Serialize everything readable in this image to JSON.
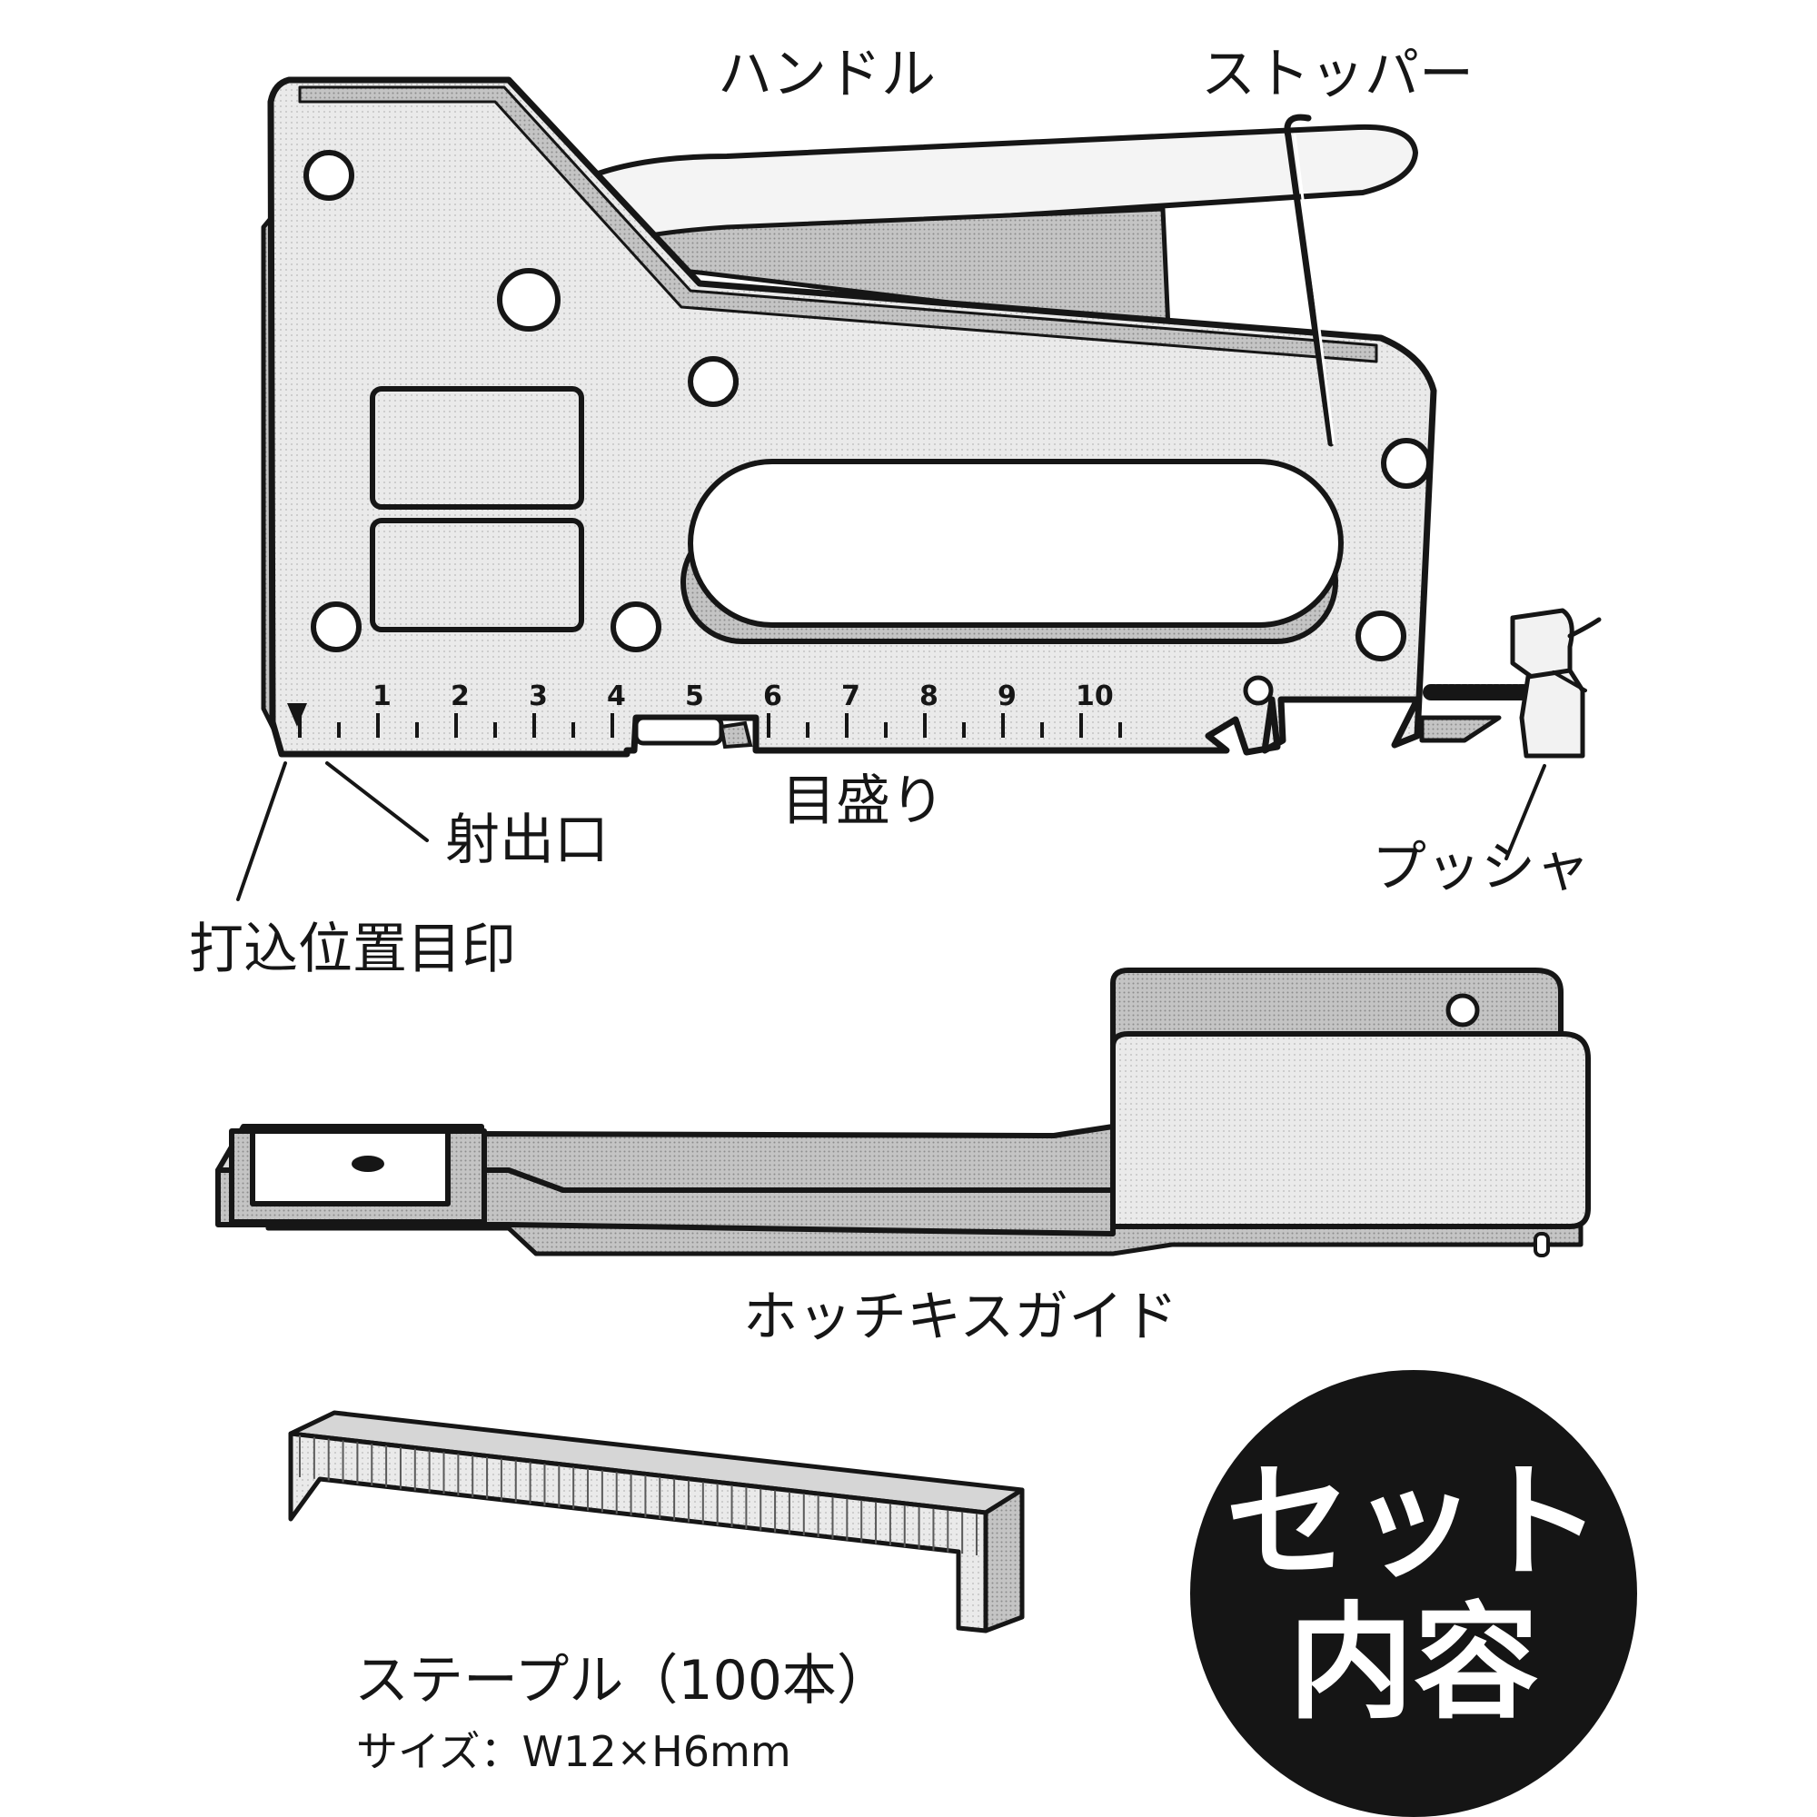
{
  "labels": {
    "handle": "ハンドル",
    "stopper": "ストッパー",
    "scale": "目盛り",
    "muzzle": "射出口",
    "pusher": "プッシャ",
    "target_mark": "打込位置目印",
    "guide": "ホッチキスガイド",
    "staples": "ステープル（100本）",
    "staple_size": "サイズ：W12×H6mm"
  },
  "ruler": {
    "numbers": [
      "1",
      "2",
      "3",
      "4",
      "5",
      "6",
      "7",
      "8",
      "9",
      "10"
    ]
  },
  "badge": {
    "line1": "セット",
    "line2": "内容"
  },
  "colors": {
    "outline": "#161616",
    "body_fill": "#eeeeee",
    "shade_fill": "#bdbdbd",
    "badge_bg": "#151515",
    "badge_text": "#ffffff"
  }
}
